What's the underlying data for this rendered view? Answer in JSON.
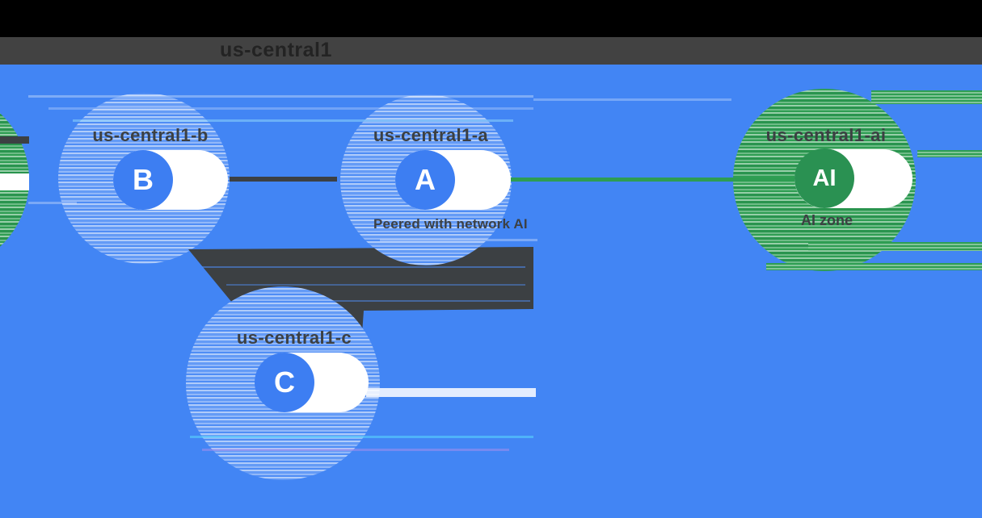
{
  "diagram": {
    "region_title": "us-central1",
    "peering_label": "Peered with network AI",
    "nodes": {
      "b": {
        "label": "us-central1-b",
        "letter": "B"
      },
      "a": {
        "label": "us-central1-a",
        "letter": "A"
      },
      "c": {
        "label": "us-central1-c",
        "letter": "C"
      },
      "ai": {
        "label": "us-central1-ai",
        "letter": "AI",
        "sublabel": "AI zone"
      }
    },
    "connections": {
      "b_a": {
        "from": "B",
        "to": "A",
        "style": "dark"
      },
      "a_ai": {
        "from": "A",
        "to": "AI",
        "style": "green"
      }
    },
    "colors": {
      "top_strip": "#000000",
      "header_bar": "#424242",
      "background_blue": "#4285f4",
      "zone_green": "#2f9e53",
      "node_blue": "#3d7ef2",
      "node_green": "#2a9152",
      "link_dark": "#3c4043",
      "link_green": "#2e9d52",
      "label_dark": "#3c4043",
      "pill_white": "#ffffff"
    }
  }
}
